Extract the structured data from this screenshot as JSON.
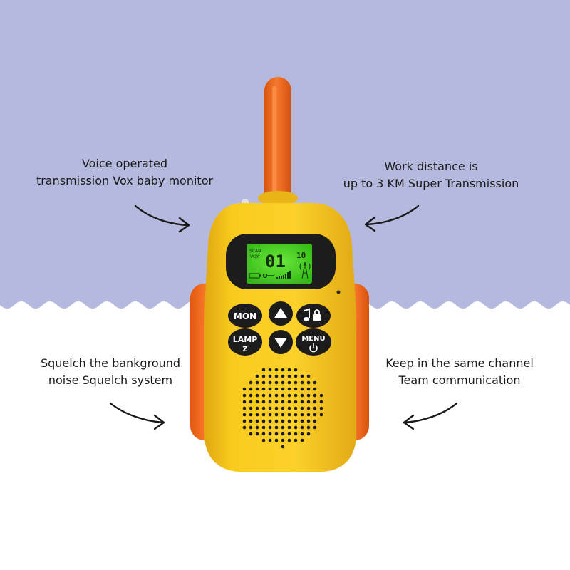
{
  "colors": {
    "background_top": "#b5b9dd",
    "background_bottom": "#ffffff",
    "body_yellow": "#f9cb1e",
    "antenna_orange": "#f26b1d",
    "side_grip_orange": "#f36a1c",
    "screen_green": "#4cd427",
    "button_black": "#1c1c1c",
    "text": "#1a1a1a"
  },
  "features": {
    "top_left": {
      "line1": "Voice operated",
      "line2": "transmission Vox baby monitor",
      "arrow_direction": "right"
    },
    "top_right": {
      "line1": "Work distance is",
      "line2": "up to 3 KM Super Transmission",
      "arrow_direction": "left"
    },
    "bottom_left": {
      "line1": "Squelch the bankground",
      "line2": "noise Squelch system",
      "arrow_direction": "right"
    },
    "bottom_right": {
      "line1": "Keep in the same channel",
      "line2": "Team communication",
      "arrow_direction": "left"
    }
  },
  "device": {
    "screen": {
      "scan_label": "SCAN",
      "vox_label": "VOX",
      "channel_digits": "01",
      "sub_channel_digits": "10"
    },
    "buttons": {
      "mon": "MON",
      "lamp": "LAMP",
      "lamp_sub": "Z",
      "menu": "MENU"
    },
    "icons": {
      "up": "triangle-up-icon",
      "down": "triangle-down-icon",
      "music_lock": "music-lock-icon",
      "power": "power-icon",
      "battery": "battery-icon",
      "key_lock": "key-icon",
      "signal": "signal-bars-icon",
      "antenna_tower": "antenna-tower-icon"
    }
  }
}
